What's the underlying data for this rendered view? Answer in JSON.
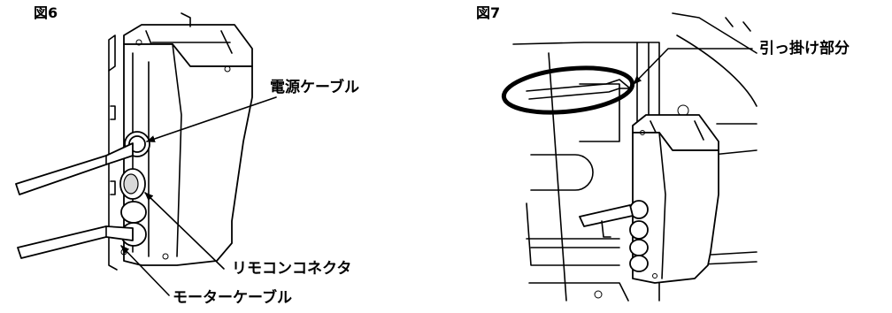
{
  "figures": {
    "fig6": {
      "title": "図6",
      "callouts": {
        "power_cable": "電源ケーブル",
        "remote_connector": "リモコンコネクタ",
        "motor_cable": "モーターケーブル"
      }
    },
    "fig7": {
      "title": "図7",
      "callouts": {
        "hook_part": "引っ掛け部分"
      }
    }
  }
}
